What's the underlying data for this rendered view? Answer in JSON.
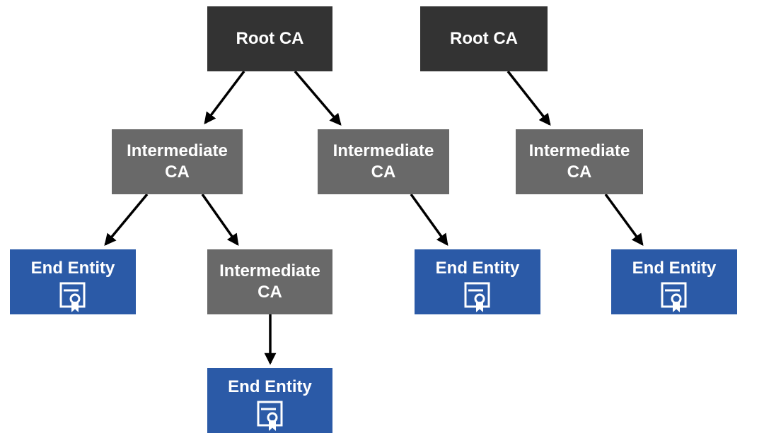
{
  "diagram": {
    "kind": "pki-certificate-hierarchy-tree",
    "nodes": [
      {
        "id": "root-ca-1",
        "label": "Root CA",
        "type": "root-ca"
      },
      {
        "id": "root-ca-2",
        "label": "Root CA",
        "type": "root-ca"
      },
      {
        "id": "intermediate-ca-1",
        "label": "Intermediate CA",
        "type": "intermediate-ca"
      },
      {
        "id": "intermediate-ca-2",
        "label": "Intermediate CA",
        "type": "intermediate-ca"
      },
      {
        "id": "intermediate-ca-3",
        "label": "Intermediate CA",
        "type": "intermediate-ca"
      },
      {
        "id": "end-entity-1",
        "label": "End Entity",
        "type": "end-entity",
        "icon": "certificate-icon"
      },
      {
        "id": "intermediate-ca-4",
        "label": "Intermediate CA",
        "type": "intermediate-ca"
      },
      {
        "id": "end-entity-2",
        "label": "End Entity",
        "type": "end-entity",
        "icon": "certificate-icon"
      },
      {
        "id": "end-entity-3",
        "label": "End Entity",
        "type": "end-entity",
        "icon": "certificate-icon"
      },
      {
        "id": "end-entity-4",
        "label": "End Entity",
        "type": "end-entity",
        "icon": "certificate-icon"
      }
    ],
    "edges": [
      {
        "from": "root-ca-1",
        "to": "intermediate-ca-1"
      },
      {
        "from": "root-ca-1",
        "to": "intermediate-ca-2"
      },
      {
        "from": "root-ca-2",
        "to": "intermediate-ca-3"
      },
      {
        "from": "intermediate-ca-1",
        "to": "end-entity-1"
      },
      {
        "from": "intermediate-ca-1",
        "to": "intermediate-ca-4"
      },
      {
        "from": "intermediate-ca-2",
        "to": "end-entity-2"
      },
      {
        "from": "intermediate-ca-3",
        "to": "end-entity-3"
      },
      {
        "from": "intermediate-ca-4",
        "to": "end-entity-4"
      }
    ],
    "colors": {
      "root-ca": "#333333",
      "intermediate-ca": "#696969",
      "end-entity": "#2b5aa7",
      "arrow": "#000000",
      "label": "#ffffff",
      "background": "#ffffff"
    }
  }
}
